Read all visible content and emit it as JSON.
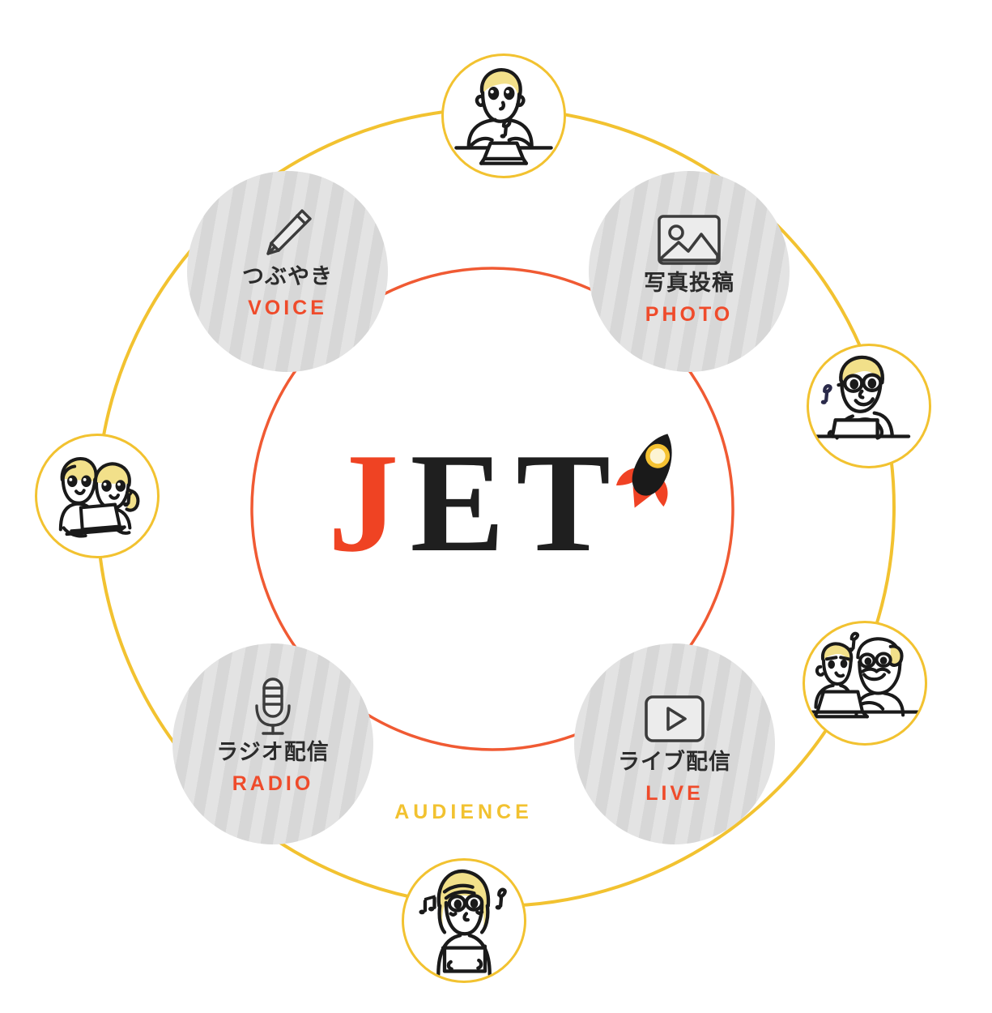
{
  "brand": {
    "logo_text_primary": "J",
    "logo_text_rest": "ET",
    "logo_full": "JET",
    "rocket_icon": "rocket-icon"
  },
  "colors": {
    "accent_red": "#ef4323",
    "accent_yellow": "#f2c230",
    "circle_gray": "#dcdcdc",
    "text_dark": "#2b2b2b",
    "hair_yellow": "#f2e08a"
  },
  "rings": {
    "inner_ring_color": "#f05a33",
    "outer_ring_color": "#f2c230",
    "audience_label": "AUDIENCE"
  },
  "categories": [
    {
      "id": "voice",
      "icon": "pencil-icon",
      "jp": "つぶやき",
      "en": "VOICE"
    },
    {
      "id": "photo",
      "icon": "image-icon",
      "jp": "写真投稿",
      "en": "PHOTO"
    },
    {
      "id": "radio",
      "icon": "microphone-icon",
      "jp": "ラジオ配信",
      "en": "RADIO"
    },
    {
      "id": "live",
      "icon": "video-play-icon",
      "jp": "ライブ配信",
      "en": "LIVE"
    }
  ],
  "audience": [
    {
      "id": "top",
      "icon": "person-at-desk-icon"
    },
    {
      "id": "right1",
      "icon": "person-with-glasses-laptop-icon"
    },
    {
      "id": "right2",
      "icon": "two-people-laptop-icon"
    },
    {
      "id": "bottom",
      "icon": "woman-with-tablet-icon"
    },
    {
      "id": "left",
      "icon": "couple-with-laptop-icon"
    }
  ]
}
